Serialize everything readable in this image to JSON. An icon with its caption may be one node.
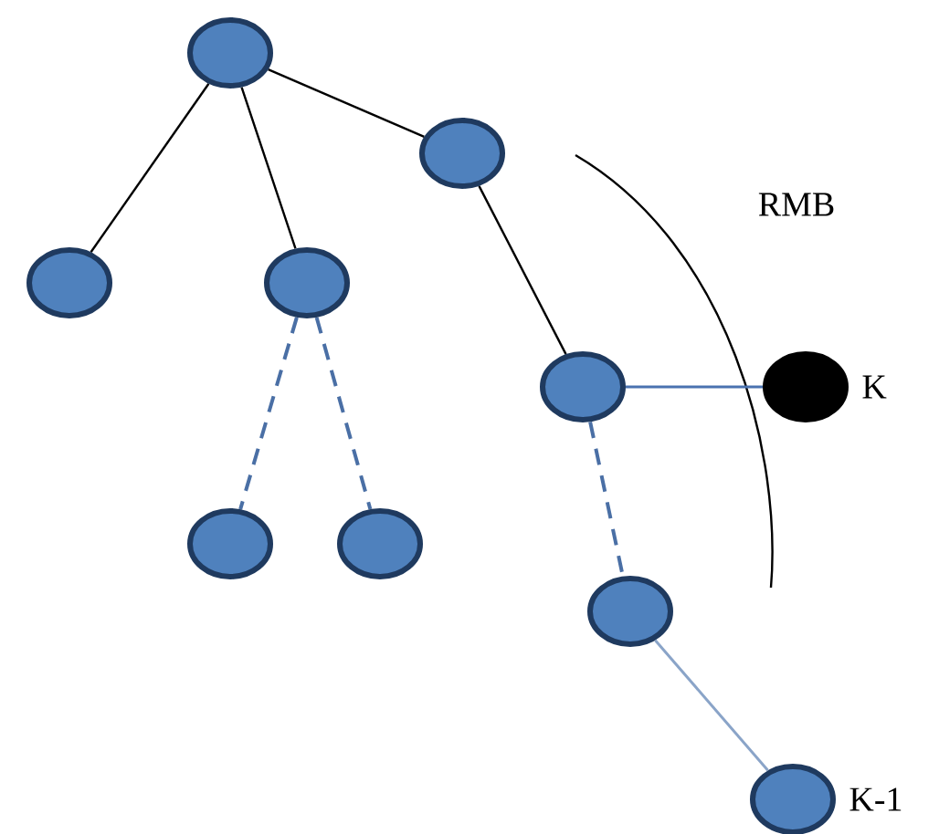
{
  "diagram": {
    "nodes": [
      {
        "text": [],
        "shape": "circle"
      },
      {
        "text": [],
        "shape": "circle"
      },
      {
        "text": [],
        "shape": "circle"
      },
      {
        "text": [],
        "shape": "circle"
      },
      {
        "text": [],
        "shape": "circle"
      },
      {
        "text": [],
        "shape": "circle",
        "beside": [
          "K"
        ]
      },
      {
        "text": [],
        "shape": "circle"
      },
      {
        "text": [],
        "shape": "circle"
      },
      {
        "text": [],
        "shape": "circle"
      },
      {
        "text": [],
        "shape": "circle",
        "beside": [
          "K-1"
        ]
      }
    ],
    "edges": [
      {
        "from": 0,
        "to": 2,
        "arrow": "none"
      },
      {
        "from": 0,
        "to": 3,
        "arrow": "none"
      },
      {
        "from": 0,
        "to": 1,
        "arrow": "none"
      },
      {
        "from": 1,
        "to": 4,
        "arrow": "none"
      },
      {
        "from": 4,
        "to": 5,
        "arrow": "none",
        "color": "#4a72b0"
      },
      {
        "from": 3,
        "to": 6,
        "arrow": "none",
        "style": "dashed",
        "color": "#4a6fa5"
      },
      {
        "from": 3,
        "to": 7,
        "arrow": "none",
        "style": "dashed",
        "color": "#4a6fa5"
      },
      {
        "from": 4,
        "to": 8,
        "arrow": "none",
        "style": "dashed",
        "color": "#4a6fa5"
      },
      {
        "from": 8,
        "to": 9,
        "arrow": "none",
        "color": "#8aa4c8"
      }
    ],
    "labels": [
      "RMB"
    ]
  }
}
